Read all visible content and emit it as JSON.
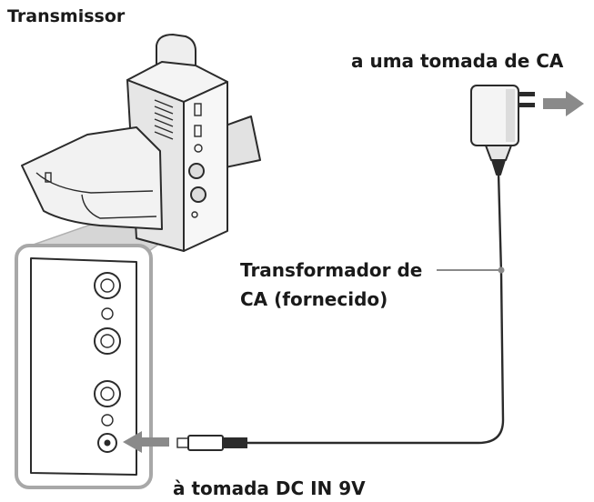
{
  "labels": {
    "transmitter": "Transmissor",
    "ac_outlet": "a uma tomada de CA",
    "adapter_line1": "Transformador de",
    "adapter_line2": "CA (fornecido)",
    "dc_in": "à tomada DC IN 9V"
  },
  "colors": {
    "line": "#2b2b2b",
    "arrow": "#8a8a8a",
    "zoom_frame": "#a8a8a8"
  }
}
